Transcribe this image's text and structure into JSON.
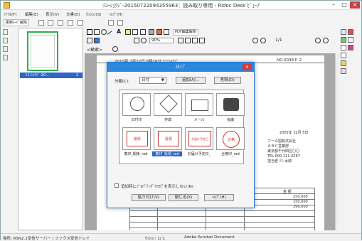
{
  "window": {
    "title": "ﾘｺｰｼｮｳｼﾞ-20150722094355963：読み取り専用 - Ridoc Desk ﾋﾞｭｰｱ",
    "minimize": "–",
    "maximize": "□",
    "close": "×"
  },
  "menu": [
    "ﾌｧｲﾙ(F)",
    "編集(E)",
    "表示(V)",
    "文書(D)",
    "ｾｯｼｮﾝ(S)",
    "ﾍﾙﾌﾟ(H)"
  ],
  "toolbar1": {
    "update_button": "更新ﾓｰﾄﾞ解除"
  },
  "thumbnail": {
    "caption": "ﾘｺｰｼｮｳｼﾞ-20...",
    "page_number": "1"
  },
  "doc_toolbar": {
    "zoom": "90%",
    "page_info": "1/1",
    "search": "<検索>"
  },
  "paper": {
    "header": "2015年 7月22日   5時16分          ﾘｺｰｼｮｳｼﾞ",
    "number": "NO.0038  P. 2",
    "date": "2005年 12月 5日",
    "company_lines": [
      "フーＡ国株式会社",
      "ＡＢＣ営業部",
      "東京都千代田区〇〇",
      "TEL 000-111-0567",
      "担当者 ﾘｺｰ太郎"
    ],
    "amounts": [
      "250,000",
      "150,000",
      "396,000"
    ],
    "total_label": "金 額"
  },
  "modal": {
    "title": "ｽﾀﾝﾌﾟ",
    "classification_label": "分類(C):",
    "classification_value": "日付",
    "add_button": "追加(A)...",
    "delete_button": "削除(D)",
    "stamps": [
      {
        "label": "日付印",
        "text": ""
      },
      {
        "label": "作成",
        "text": ""
      },
      {
        "label": "メール",
        "text": ""
      },
      {
        "label": "会議",
        "text": ""
      },
      {
        "label": "角印_関係_red",
        "text": "関係"
      },
      {
        "label": "角印_受領_red",
        "text": "受領"
      },
      {
        "label": "お届け予定日_",
        "text": "お届け予定日"
      },
      {
        "label": "合格印_red",
        "text": "合格"
      }
    ],
    "checkbox_label": "追加時にﾌﾟﾛﾊﾟﾃｨﾀﾞｲｱﾛｸﾞを表示しない(N)",
    "paste_button": "貼り付け(V)",
    "close_button": "閉じる(X)",
    "help_button": "ﾍﾙﾌﾟ(H)"
  },
  "status": {
    "location": "場所: RSN2.1受信サーバー / ファクス受信トレイ",
    "session": "ｾｯｼｮﾝ: 1/ 1",
    "doc_type": "Adobe Acrobat Document"
  }
}
